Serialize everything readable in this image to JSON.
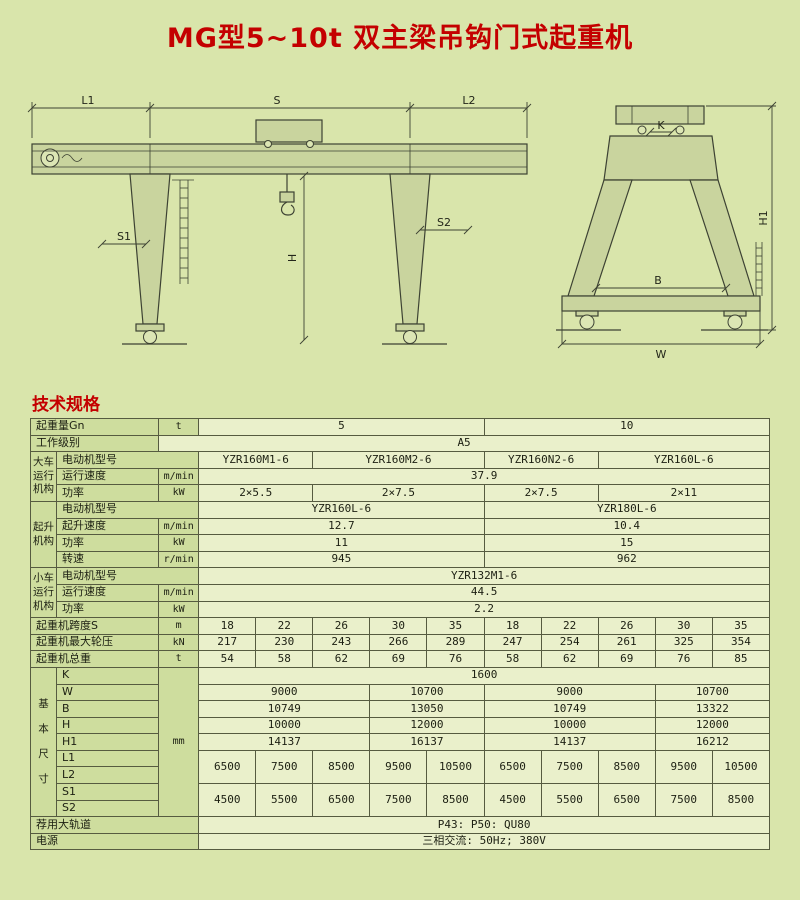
{
  "title": "MG型5~10t 双主梁吊钩门式起重机",
  "section_heading": "技术规格",
  "drawings": {
    "front_view": {
      "l1": "L1",
      "s": "S",
      "l2": "L2",
      "s1": "S1",
      "s2": "S2",
      "h": "H"
    },
    "side_view": {
      "k": "K",
      "b": "B",
      "w": "W",
      "h1": "H1"
    }
  },
  "table": {
    "rows": [
      {
        "cells": [
          {
            "t": "起重量Gn",
            "k": "label",
            "cs": 2
          },
          {
            "t": "t",
            "k": "unit"
          },
          {
            "t": "5",
            "cs": 5
          },
          {
            "t": "10",
            "cs": 5
          }
        ]
      },
      {
        "cells": [
          {
            "t": "工作级别",
            "k": "label",
            "cs": 2
          },
          {
            "t": "A5",
            "cs": 11
          }
        ]
      },
      {
        "cells": [
          {
            "t": "大车\n运行\n机构",
            "k": "group",
            "rs": 3
          },
          {
            "t": "电动机型号",
            "k": "label",
            "cs": 2
          },
          {
            "t": "YZR160M1-6",
            "cs": 2
          },
          {
            "t": "YZR160M2-6",
            "cs": 3
          },
          {
            "t": "YZR160N2-6",
            "cs": 2
          },
          {
            "t": "YZR160L-6",
            "cs": 3
          }
        ]
      },
      {
        "cells": [
          {
            "t": "运行速度",
            "k": "label"
          },
          {
            "t": "m/min",
            "k": "unit"
          },
          {
            "t": "37.9",
            "cs": 10
          }
        ]
      },
      {
        "cells": [
          {
            "t": "功率",
            "k": "label"
          },
          {
            "t": "kW",
            "k": "unit"
          },
          {
            "t": "2×5.5",
            "cs": 2
          },
          {
            "t": "2×7.5",
            "cs": 3
          },
          {
            "t": "2×7.5",
            "cs": 2
          },
          {
            "t": "2×11",
            "cs": 3
          }
        ]
      },
      {
        "cells": [
          {
            "t": "起升\n机构",
            "k": "group",
            "rs": 4
          },
          {
            "t": "电动机型号",
            "k": "label",
            "cs": 2
          },
          {
            "t": "YZR160L-6",
            "cs": 5
          },
          {
            "t": "YZR180L-6",
            "cs": 5
          }
        ]
      },
      {
        "cells": [
          {
            "t": "起升速度",
            "k": "label"
          },
          {
            "t": "m/min",
            "k": "unit"
          },
          {
            "t": "12.7",
            "cs": 5
          },
          {
            "t": "10.4",
            "cs": 5
          }
        ]
      },
      {
        "cells": [
          {
            "t": "功率",
            "k": "label"
          },
          {
            "t": "kW",
            "k": "unit"
          },
          {
            "t": "11",
            "cs": 5
          },
          {
            "t": "15",
            "cs": 5
          }
        ]
      },
      {
        "cells": [
          {
            "t": "转速",
            "k": "label"
          },
          {
            "t": "r/min",
            "k": "unit"
          },
          {
            "t": "945",
            "cs": 5
          },
          {
            "t": "962",
            "cs": 5
          }
        ]
      },
      {
        "cells": [
          {
            "t": "小车\n运行\n机构",
            "k": "group",
            "rs": 3
          },
          {
            "t": "电动机型号",
            "k": "label",
            "cs": 2
          },
          {
            "t": "YZR132M1-6",
            "cs": 10
          }
        ]
      },
      {
        "cells": [
          {
            "t": "运行速度",
            "k": "label"
          },
          {
            "t": "m/min",
            "k": "unit"
          },
          {
            "t": "44.5",
            "cs": 10
          }
        ]
      },
      {
        "cells": [
          {
            "t": "功率",
            "k": "label"
          },
          {
            "t": "kW",
            "k": "unit"
          },
          {
            "t": "2.2",
            "cs": 10
          }
        ]
      },
      {
        "cells": [
          {
            "t": "起重机跨度S",
            "k": "label",
            "cs": 2
          },
          {
            "t": "m",
            "k": "unit"
          },
          {
            "t": "18"
          },
          {
            "t": "22"
          },
          {
            "t": "26"
          },
          {
            "t": "30"
          },
          {
            "t": "35"
          },
          {
            "t": "18"
          },
          {
            "t": "22"
          },
          {
            "t": "26"
          },
          {
            "t": "30"
          },
          {
            "t": "35"
          }
        ]
      },
      {
        "cells": [
          {
            "t": "起重机最大轮压",
            "k": "label",
            "cs": 2
          },
          {
            "t": "kN",
            "k": "unit"
          },
          {
            "t": "217"
          },
          {
            "t": "230"
          },
          {
            "t": "243"
          },
          {
            "t": "266"
          },
          {
            "t": "289"
          },
          {
            "t": "247"
          },
          {
            "t": "254"
          },
          {
            "t": "261"
          },
          {
            "t": "325"
          },
          {
            "t": "354"
          }
        ]
      },
      {
        "cells": [
          {
            "t": "起重机总重",
            "k": "label",
            "cs": 2
          },
          {
            "t": "t",
            "k": "unit"
          },
          {
            "t": "54"
          },
          {
            "t": "58"
          },
          {
            "t": "62"
          },
          {
            "t": "69"
          },
          {
            "t": "76"
          },
          {
            "t": "58"
          },
          {
            "t": "62"
          },
          {
            "t": "69"
          },
          {
            "t": "76"
          },
          {
            "t": "85"
          }
        ]
      },
      {
        "cells": [
          {
            "t": "基\n本\n尺\n寸",
            "k": "group",
            "rs": 9,
            "cls": "tall"
          },
          {
            "t": "K",
            "k": "label"
          },
          {
            "t": "mm",
            "k": "unit",
            "rs": 9
          },
          {
            "t": "1600",
            "cs": 10
          }
        ]
      },
      {
        "cells": [
          {
            "t": "W",
            "k": "label"
          },
          {
            "t": "9000",
            "cs": 3
          },
          {
            "t": "10700",
            "cs": 2
          },
          {
            "t": "9000",
            "cs": 3
          },
          {
            "t": "10700",
            "cs": 2
          }
        ]
      },
      {
        "cells": [
          {
            "t": "B",
            "k": "label"
          },
          {
            "t": "10749",
            "cs": 3
          },
          {
            "t": "13050",
            "cs": 2
          },
          {
            "t": "10749",
            "cs": 3
          },
          {
            "t": "13322",
            "cs": 2
          }
        ]
      },
      {
        "cells": [
          {
            "t": "H",
            "k": "label"
          },
          {
            "t": "10000",
            "cs": 3
          },
          {
            "t": "12000",
            "cs": 2
          },
          {
            "t": "10000",
            "cs": 3
          },
          {
            "t": "12000",
            "cs": 2
          }
        ]
      },
      {
        "cells": [
          {
            "t": "H1",
            "k": "label"
          },
          {
            "t": "14137",
            "cs": 3
          },
          {
            "t": "16137",
            "cs": 2
          },
          {
            "t": "14137",
            "cs": 3
          },
          {
            "t": "16212",
            "cs": 2
          }
        ]
      },
      {
        "cells": [
          {
            "t": "L1",
            "k": "label"
          },
          {
            "t": "6500",
            "rs": 2
          },
          {
            "t": "7500",
            "rs": 2
          },
          {
            "t": "8500",
            "rs": 2
          },
          {
            "t": "9500",
            "rs": 2
          },
          {
            "t": "10500",
            "rs": 2
          },
          {
            "t": "6500",
            "rs": 2
          },
          {
            "t": "7500",
            "rs": 2
          },
          {
            "t": "8500",
            "rs": 2
          },
          {
            "t": "9500",
            "rs": 2
          },
          {
            "t": "10500",
            "rs": 2
          }
        ]
      },
      {
        "cells": [
          {
            "t": "L2",
            "k": "label"
          }
        ]
      },
      {
        "cells": [
          {
            "t": "S1",
            "k": "label"
          },
          {
            "t": "4500",
            "rs": 2
          },
          {
            "t": "5500",
            "rs": 2
          },
          {
            "t": "6500",
            "rs": 2
          },
          {
            "t": "7500",
            "rs": 2
          },
          {
            "t": "8500",
            "rs": 2
          },
          {
            "t": "4500",
            "rs": 2
          },
          {
            "t": "5500",
            "rs": 2
          },
          {
            "t": "6500",
            "rs": 2
          },
          {
            "t": "7500",
            "rs": 2
          },
          {
            "t": "8500",
            "rs": 2
          }
        ]
      },
      {
        "cells": [
          {
            "t": "S2",
            "k": "label"
          }
        ]
      },
      {
        "cells": [
          {
            "t": "荐用大轨道",
            "k": "label",
            "cs": 3
          },
          {
            "t": "P43:  P50:  QU80",
            "cs": 10
          }
        ]
      },
      {
        "cells": [
          {
            "t": "电源",
            "k": "label",
            "cs": 3
          },
          {
            "t": "三相交流:  50Hz;  380V",
            "cs": 10
          }
        ]
      }
    ]
  }
}
